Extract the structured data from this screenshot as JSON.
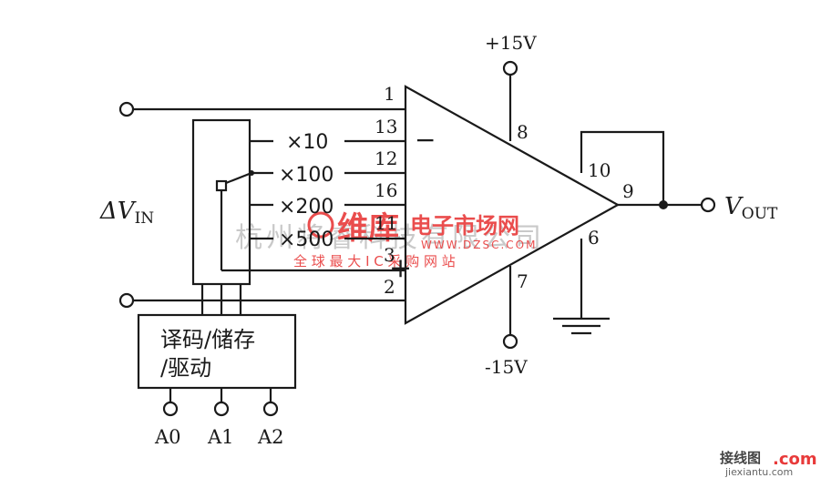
{
  "supply": {
    "positive": "+15V",
    "negative": "-15V"
  },
  "amp": {
    "pins": {
      "p1": "1",
      "p13": "13",
      "p12": "12",
      "p16": "16",
      "p11": "11",
      "p3": "3",
      "p2": "2",
      "p8": "8",
      "p7": "7",
      "p10": "10",
      "p9": "9",
      "p6": "6"
    },
    "minus_sign": "−",
    "plus_sign": "+"
  },
  "gain_options": [
    "×10",
    "×100",
    "×200",
    "×500"
  ],
  "input_label": {
    "delta": "ΔV",
    "sub": "IN"
  },
  "output_label": {
    "main": "V",
    "sub": "OUT"
  },
  "decoder": {
    "line1": "译码/储存",
    "line2": "/驱动"
  },
  "address_pins": [
    "A0",
    "A1",
    "A2"
  ],
  "watermark": {
    "company": "杭州将睿科技有限公司",
    "brand": "维库",
    "brand_suffix": "电子市场网",
    "url": "WWW.DZSC.COM",
    "tagline": "全 球 最 大 I C 采 购 网 站",
    "site_cn": "接线图",
    "site_tld": ".com",
    "site_url": "jiexiantu.com",
    "colors": {
      "red": "#e83a3a",
      "gray": "#bdbdbd"
    }
  }
}
